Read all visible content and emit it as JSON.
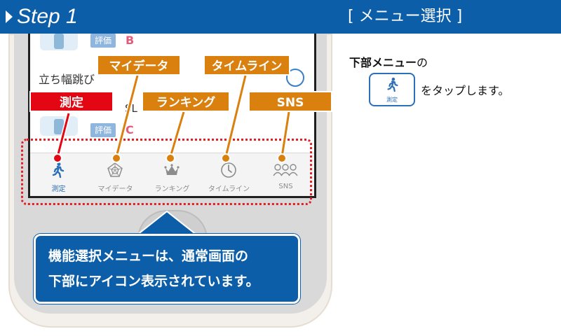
{
  "header": {
    "step": "Step 1",
    "section": "[ メニュー選択 ]",
    "bar_color": "#0d5ea8"
  },
  "phone": {
    "eval_label": "評価",
    "grade_top": "B",
    "grade_bottom": "C",
    "test_name": "立ち幅跳び",
    "partial_text": "SL",
    "tabs": [
      {
        "label": "測定",
        "icon": "walking-person-icon",
        "active": true
      },
      {
        "label": "マイデータ",
        "icon": "pentagon-chart-icon",
        "active": false
      },
      {
        "label": "ランキング",
        "icon": "crown-icon",
        "active": false
      },
      {
        "label": "タイムライン",
        "icon": "clock-icon",
        "active": false
      },
      {
        "label": "SNS",
        "icon": "people-group-icon",
        "active": false
      }
    ]
  },
  "callouts": {
    "measure": "測定",
    "mydata": "マイデータ",
    "ranking": "ランキング",
    "timeline": "タイムライン",
    "sns": "SNS",
    "red": "#e30613",
    "orange": "#d9800f"
  },
  "info": {
    "line1": "機能選択メニューは、通常画面の",
    "line2": "下部にアイコン表示されています。"
  },
  "instructions": {
    "bold": "下部メニュー",
    "particle": "の",
    "icon_label": "測定",
    "action": "をタップします。"
  }
}
